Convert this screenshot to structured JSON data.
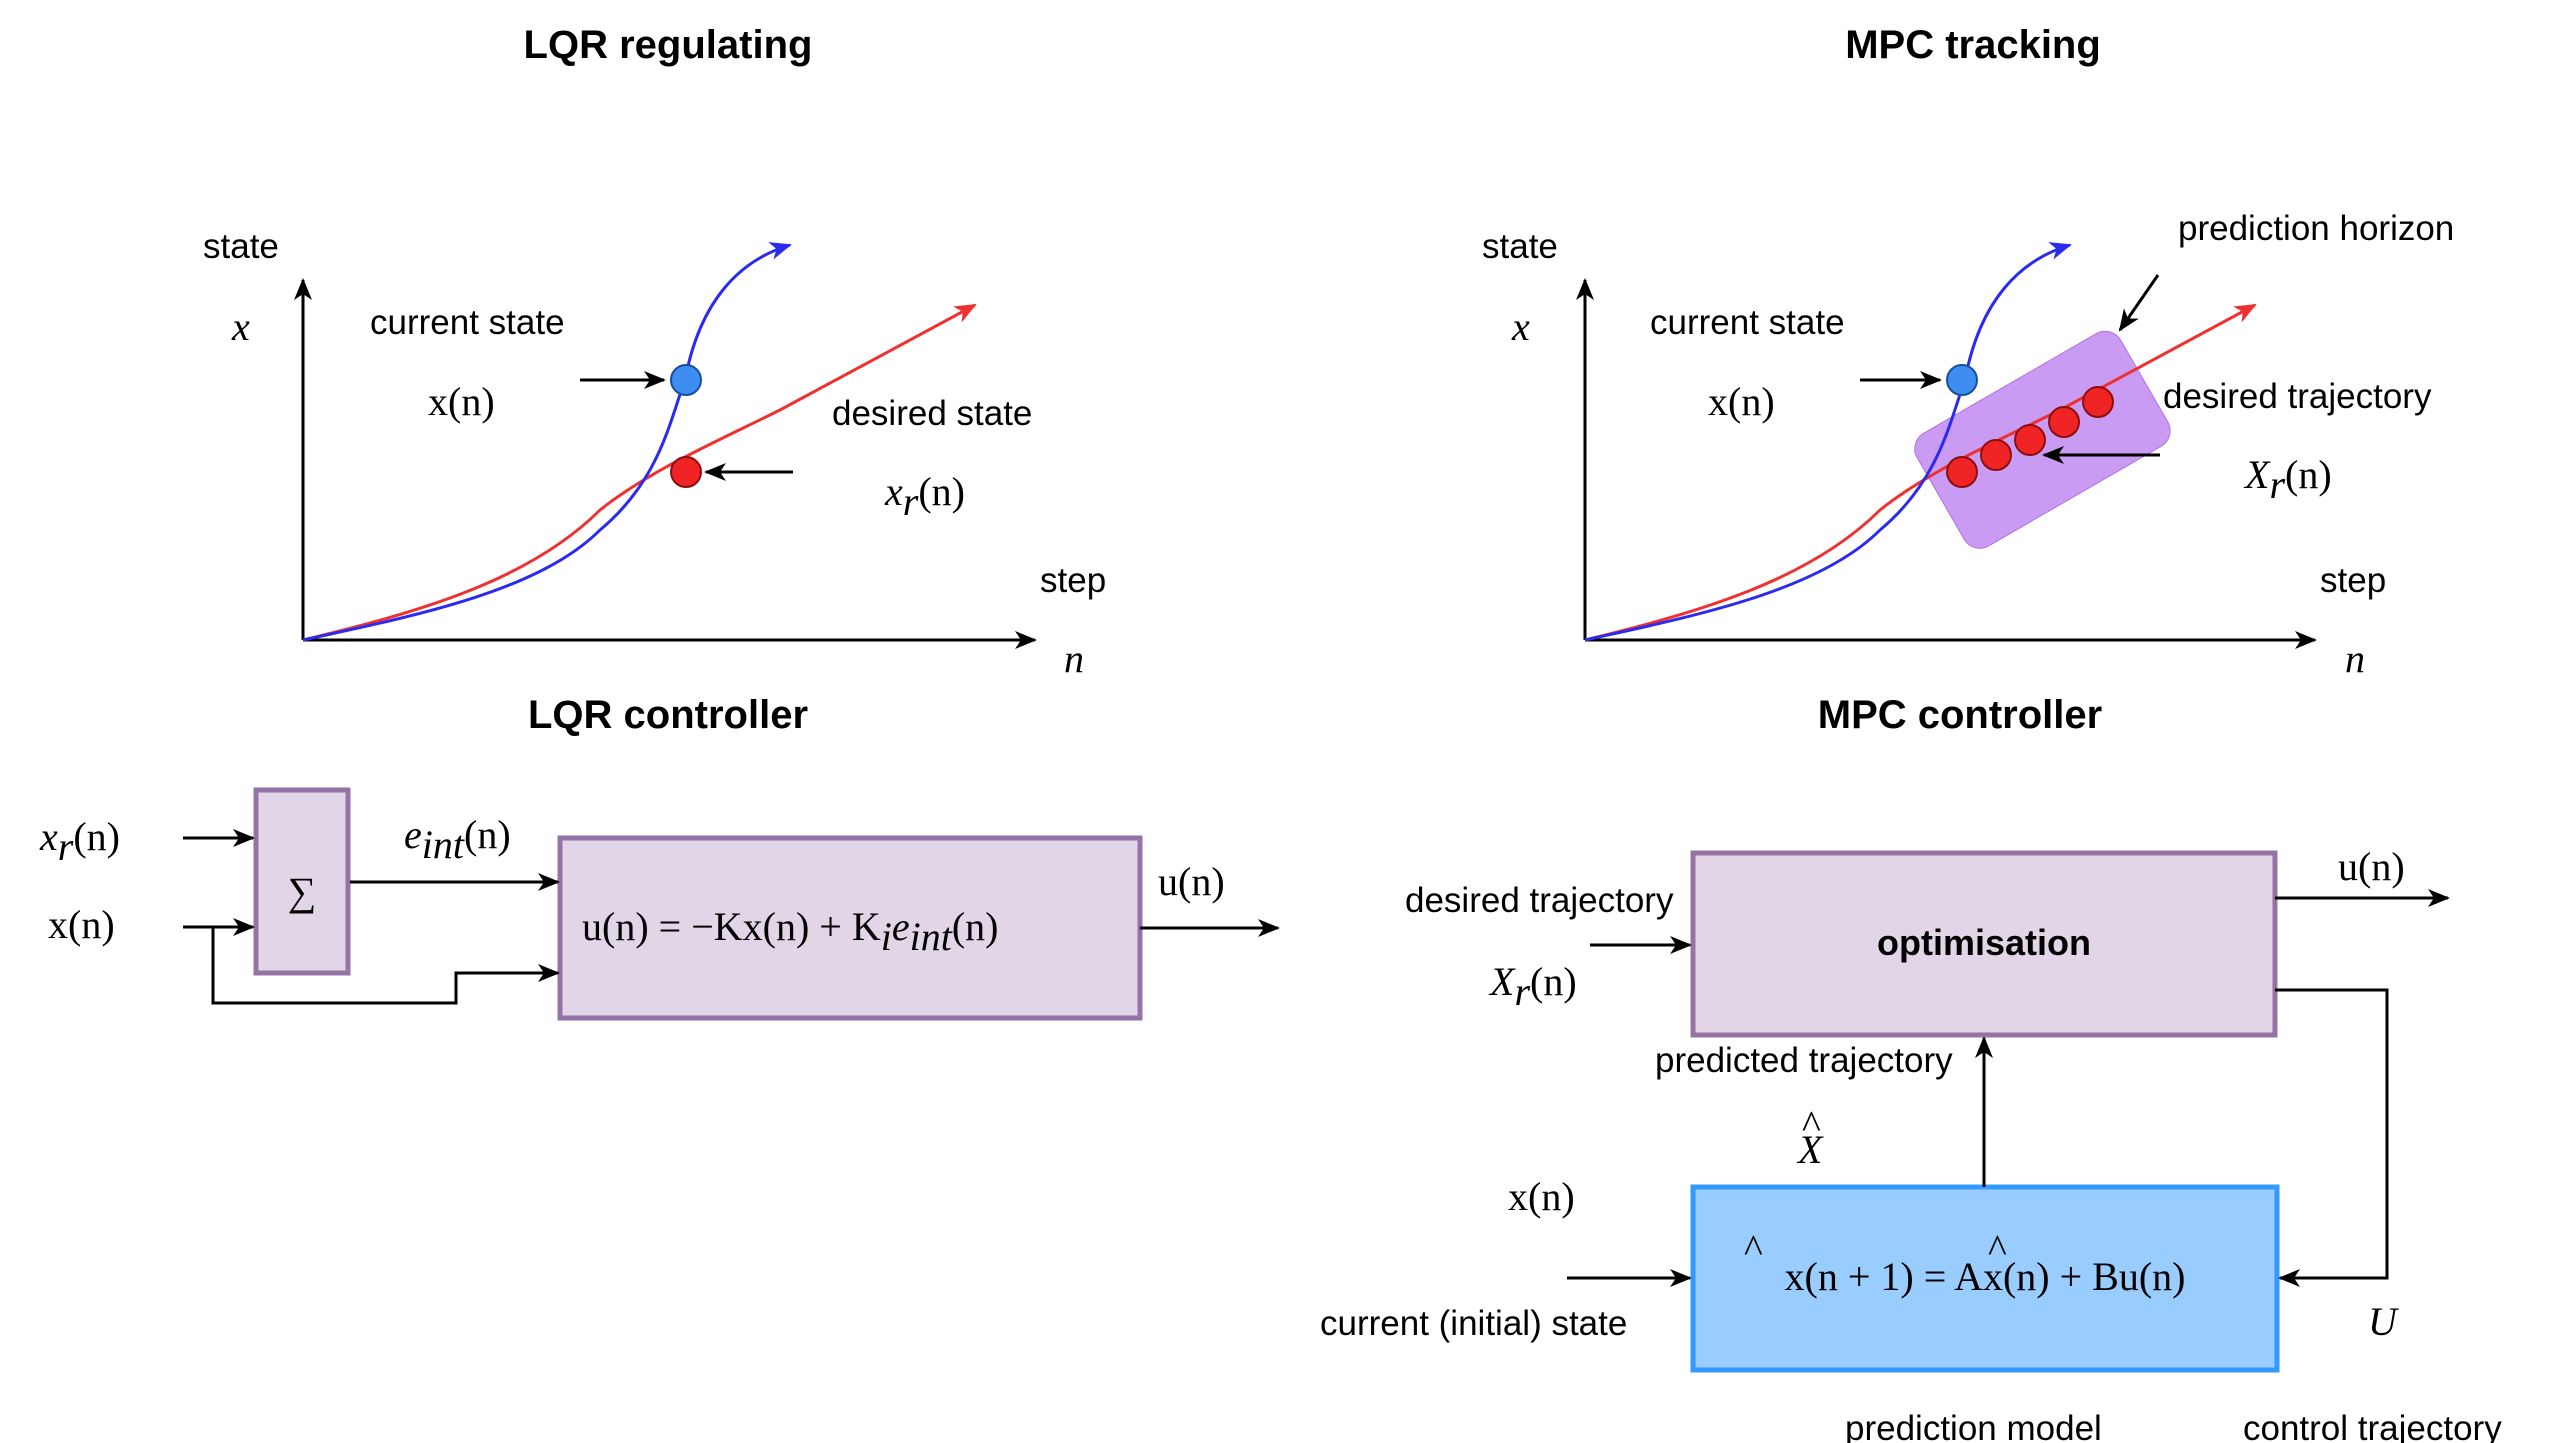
{
  "colors": {
    "blue_curve": "#2b2bf0",
    "red_curve": "#f03030",
    "blue_point": "#3d8ef0",
    "red_point": "#f02424",
    "purple_box_fill": "#e1d5e7",
    "purple_box_stroke": "#9673a6",
    "horizon_fill": "#c18af0",
    "model_box_fill": "#99ccff",
    "model_box_stroke": "#3399ff"
  },
  "lqr_plot": {
    "title": "LQR regulating",
    "y_axis_word": "state",
    "y_axis_symbol": "x",
    "x_axis_word": "step",
    "x_axis_symbol": "n",
    "current_state_label": "current state",
    "current_state_symbol": "x(n)",
    "desired_state_label": "desired state",
    "desired_state_symbol_base": "x",
    "desired_state_symbol_sub": "r",
    "desired_state_symbol_arg": "(n)"
  },
  "mpc_plot": {
    "title": "MPC tracking",
    "y_axis_word": "state",
    "y_axis_symbol": "x",
    "x_axis_word": "step",
    "x_axis_symbol": "n",
    "current_state_label": "current state",
    "current_state_symbol": "x(n)",
    "horizon_label": "prediction horizon",
    "desired_traj_label": "desired trajectory",
    "desired_traj_symbol_base": "X",
    "desired_traj_symbol_sub": "r",
    "desired_traj_symbol_arg": "(n)"
  },
  "lqr_controller": {
    "title": "LQR controller",
    "input_ref_base": "x",
    "input_ref_sub": "r",
    "input_ref_arg": "(n)",
    "input_state": "x(n)",
    "sum_symbol": "∑",
    "error_base": "e",
    "error_sub": "int",
    "error_arg": "(n)",
    "law_prefix": "u(n) = −Kx(n) + K",
    "law_sub1": "i",
    "law_mid": "e",
    "law_sub2": "int",
    "law_suffix": "(n)",
    "output": "u(n)"
  },
  "mpc_controller": {
    "title": "MPC controller",
    "desired_traj_label": "desired trajectory",
    "ref_base": "X",
    "ref_sub": "r",
    "ref_arg": "(n)",
    "optimisation_label": "optimisation",
    "output": "u(n)",
    "predicted_traj_label": "predicted trajectory",
    "xhat_symbol": "X",
    "state_input": "x(n)",
    "initial_state_label": "current (initial) state",
    "model_equation": "x(n + 1) = Ax(n) + Bu(n)",
    "control_traj_symbol": "U",
    "prediction_model_label": "prediction model",
    "control_traj_label": "control trajectory"
  }
}
